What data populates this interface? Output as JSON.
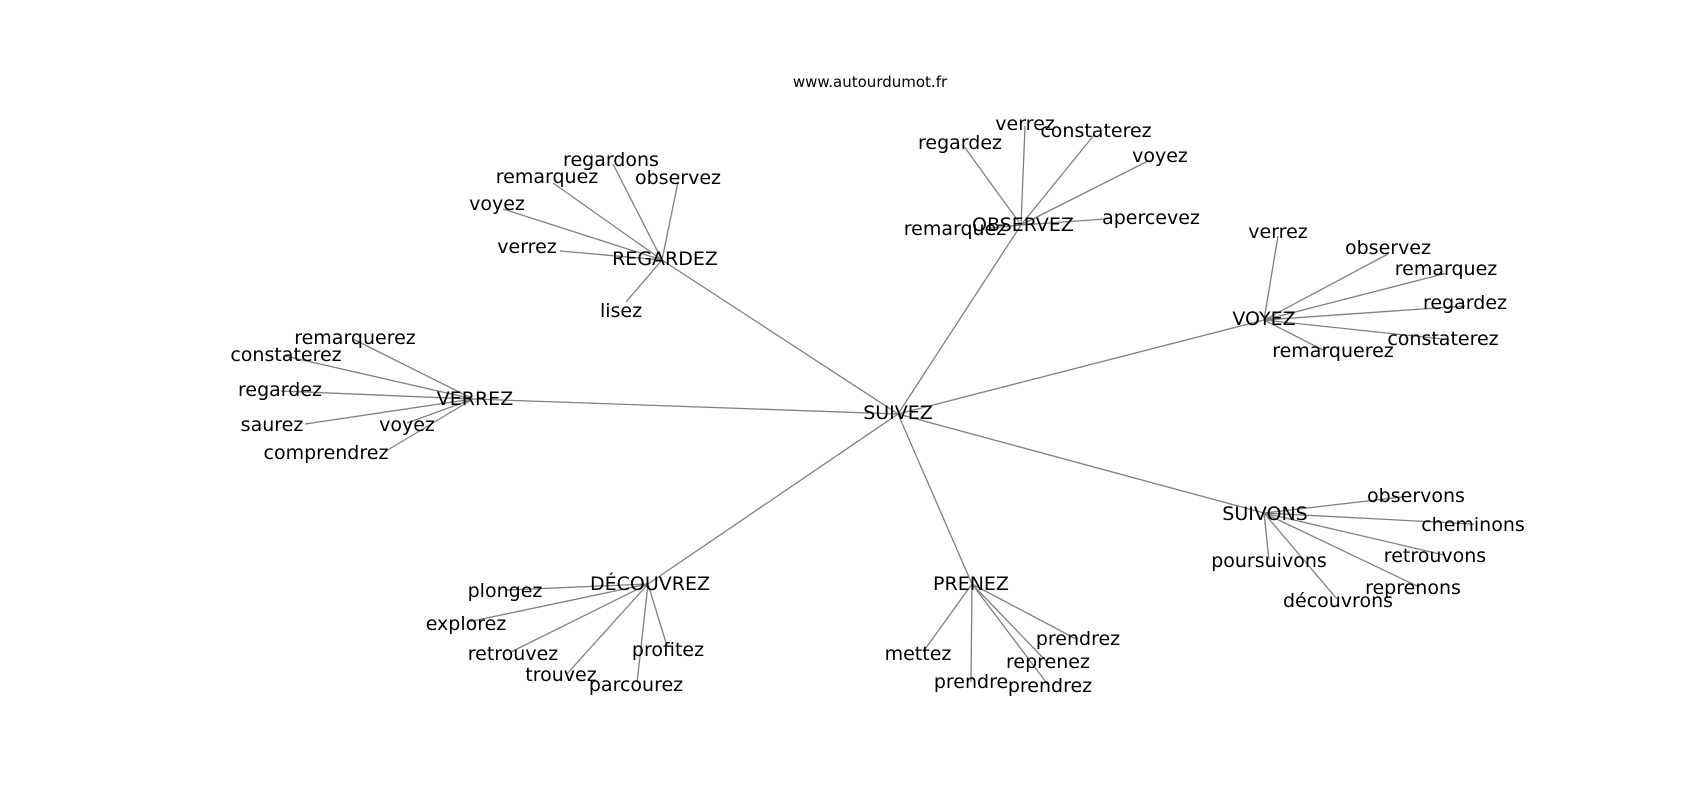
{
  "header": {
    "source": "www.autourdumot.fr"
  },
  "graph": {
    "center": "SUIVEZ",
    "groups": [
      {
        "word": "REGARDEZ",
        "leaves": [
          "regardons",
          "remarquez",
          "observez",
          "voyez",
          "verrez",
          "lisez"
        ]
      },
      {
        "word": "OBSERVEZ",
        "leaves": [
          "verrez",
          "regardez",
          "constaterez",
          "voyez",
          "remarquez",
          "apercevez"
        ]
      },
      {
        "word": "VOYEZ",
        "leaves": [
          "verrez",
          "observez",
          "remarquez",
          "regardez",
          "constaterez",
          "remarquerez"
        ]
      },
      {
        "word": "VERREZ",
        "leaves": [
          "remarquerez",
          "constaterez",
          "regardez",
          "saurez",
          "voyez",
          "comprendrez"
        ]
      },
      {
        "word": "SUIVONS",
        "leaves": [
          "observons",
          "cheminons",
          "retrouvons",
          "poursuivons",
          "reprenons",
          "découvrons"
        ]
      },
      {
        "word": "DÉCOUVREZ",
        "leaves": [
          "plongez",
          "explorez",
          "retrouvez",
          "profitez",
          "trouvez",
          "parcourez"
        ]
      },
      {
        "word": "PRENEZ",
        "leaves": [
          "prendrez",
          "mettez",
          "reprenez",
          "prendre",
          "prendrez"
        ]
      }
    ]
  }
}
